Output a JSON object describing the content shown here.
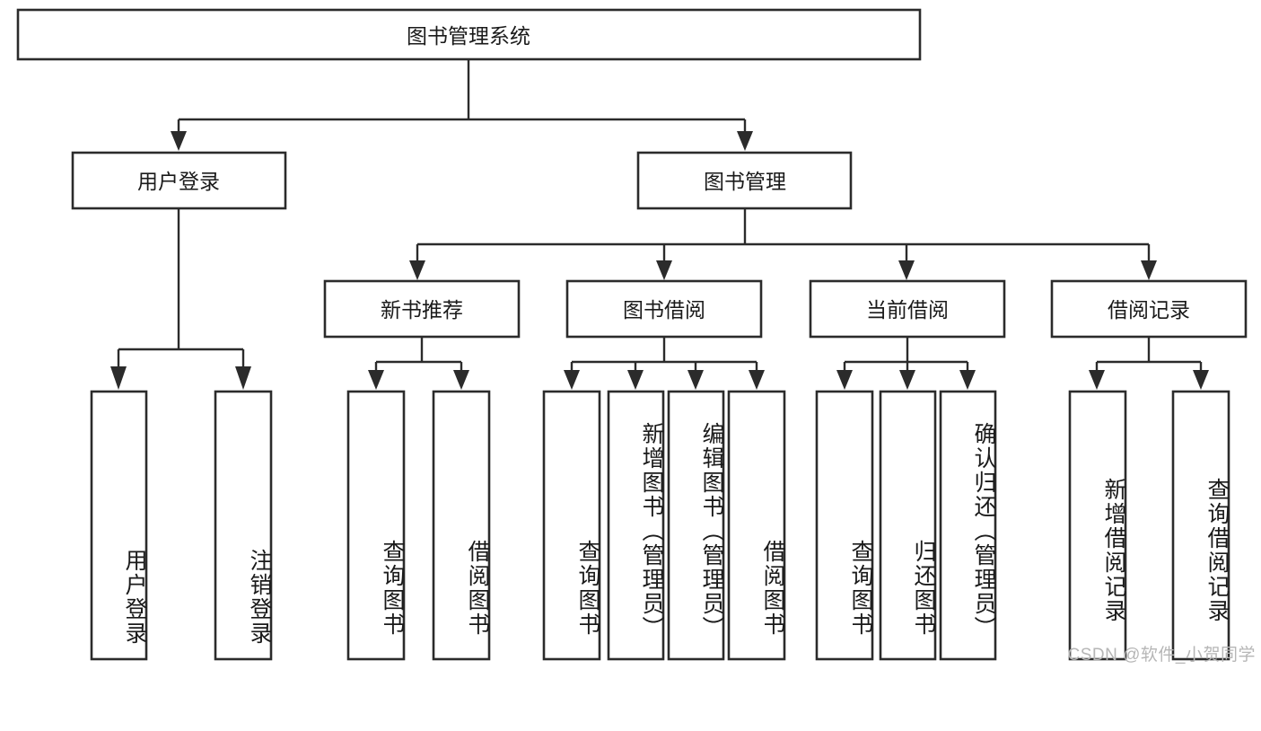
{
  "diagram": {
    "type": "tree-hierarchy-chart",
    "title": "图书管理系统",
    "watermark": "CSDN @软件_小贺同学",
    "colors": {
      "stroke": "#2b2b2b",
      "fill": "#ffffff",
      "text": "#1a1a1a",
      "watermark": "#b6b6b6"
    },
    "levels": {
      "root": {
        "label": "图书管理系统"
      },
      "level2": [
        {
          "id": "user-login",
          "label": "用户登录"
        },
        {
          "id": "book-management",
          "label": "图书管理"
        }
      ],
      "level3": [
        {
          "id": "new-book-recommend",
          "label": "新书推荐",
          "parent": "book-management"
        },
        {
          "id": "book-borrow",
          "label": "图书借阅",
          "parent": "book-management"
        },
        {
          "id": "current-borrow",
          "label": "当前借阅",
          "parent": "book-management"
        },
        {
          "id": "borrow-record",
          "label": "借阅记录",
          "parent": "book-management"
        }
      ],
      "leaves": [
        {
          "id": "leaf-user-login",
          "label": "用户登录",
          "parent": "user-login"
        },
        {
          "id": "leaf-logout-login",
          "label": "注销登录",
          "parent": "user-login"
        },
        {
          "id": "leaf-query-book-1",
          "label": "查询图书",
          "parent": "new-book-recommend"
        },
        {
          "id": "leaf-borrow-book-1",
          "label": "借阅图书",
          "parent": "new-book-recommend"
        },
        {
          "id": "leaf-query-book-2",
          "label": "查询图书",
          "parent": "book-borrow"
        },
        {
          "id": "leaf-add-book",
          "label": "新增图书（管理员）",
          "parent": "book-borrow"
        },
        {
          "id": "leaf-edit-book",
          "label": "编辑图书（管理员）",
          "parent": "book-borrow"
        },
        {
          "id": "leaf-borrow-book-2",
          "label": "借阅图书",
          "parent": "book-borrow"
        },
        {
          "id": "leaf-query-book-3",
          "label": "查询图书",
          "parent": "current-borrow"
        },
        {
          "id": "leaf-return-book",
          "label": "归还图书",
          "parent": "current-borrow"
        },
        {
          "id": "leaf-confirm-return",
          "label": "确认归还（管理员）",
          "parent": "current-borrow"
        },
        {
          "id": "leaf-add-record",
          "label": "新增借阅记录",
          "parent": "borrow-record"
        },
        {
          "id": "leaf-query-record",
          "label": "查询借阅记录",
          "parent": "borrow-record"
        }
      ]
    }
  }
}
